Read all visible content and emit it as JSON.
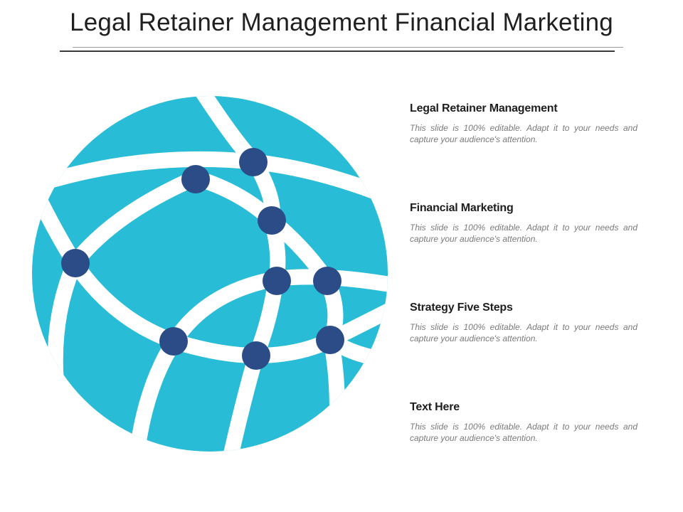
{
  "slide": {
    "title": "Legal Retainer Management Financial Marketing"
  },
  "colors": {
    "globe_fill": "#29bcd6",
    "node_fill": "#2b4c86",
    "band": "#ffffff"
  },
  "globe_icon": "network-globe-icon",
  "items": [
    {
      "heading": "Legal Retainer Management",
      "text": "This slide is 100% editable. Adapt it to your needs and capture your audience's attention."
    },
    {
      "heading": "Financial Marketing",
      "text": "This slide is 100% editable. Adapt it to your needs and capture your audience's attention."
    },
    {
      "heading": "Strategy Five Steps",
      "text": "This slide is 100% editable. Adapt it to your needs and capture your audience's attention."
    },
    {
      "heading": "Text Here",
      "text": "This slide is 100% editable. Adapt it to your needs and capture your audience's attention."
    }
  ]
}
